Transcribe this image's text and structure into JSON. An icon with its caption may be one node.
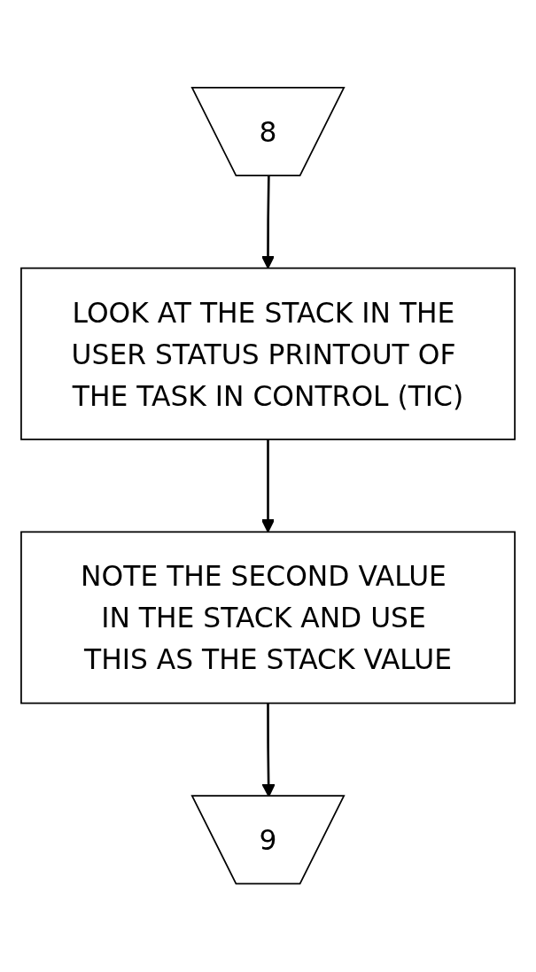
{
  "diagram": {
    "nodes": [
      {
        "text": [
          "8"
        ]
      },
      {
        "text": [
          "LOOK AT THE STACK IN THE USER STATUS PRINTOUT OF THE TASK IN CONTROL (TIC)"
        ]
      },
      {
        "text": [
          "NOTE THE SECOND VALUE IN THE STACK AND USE THIS AS THE STACK VALUE"
        ]
      },
      {
        "text": [
          "9"
        ]
      }
    ],
    "edges": [
      {
        "from": 0,
        "to": 1,
        "arrow": "to"
      },
      {
        "from": 1,
        "to": 2,
        "arrow": "to"
      },
      {
        "from": 2,
        "to": 3,
        "arrow": "to"
      }
    ]
  }
}
